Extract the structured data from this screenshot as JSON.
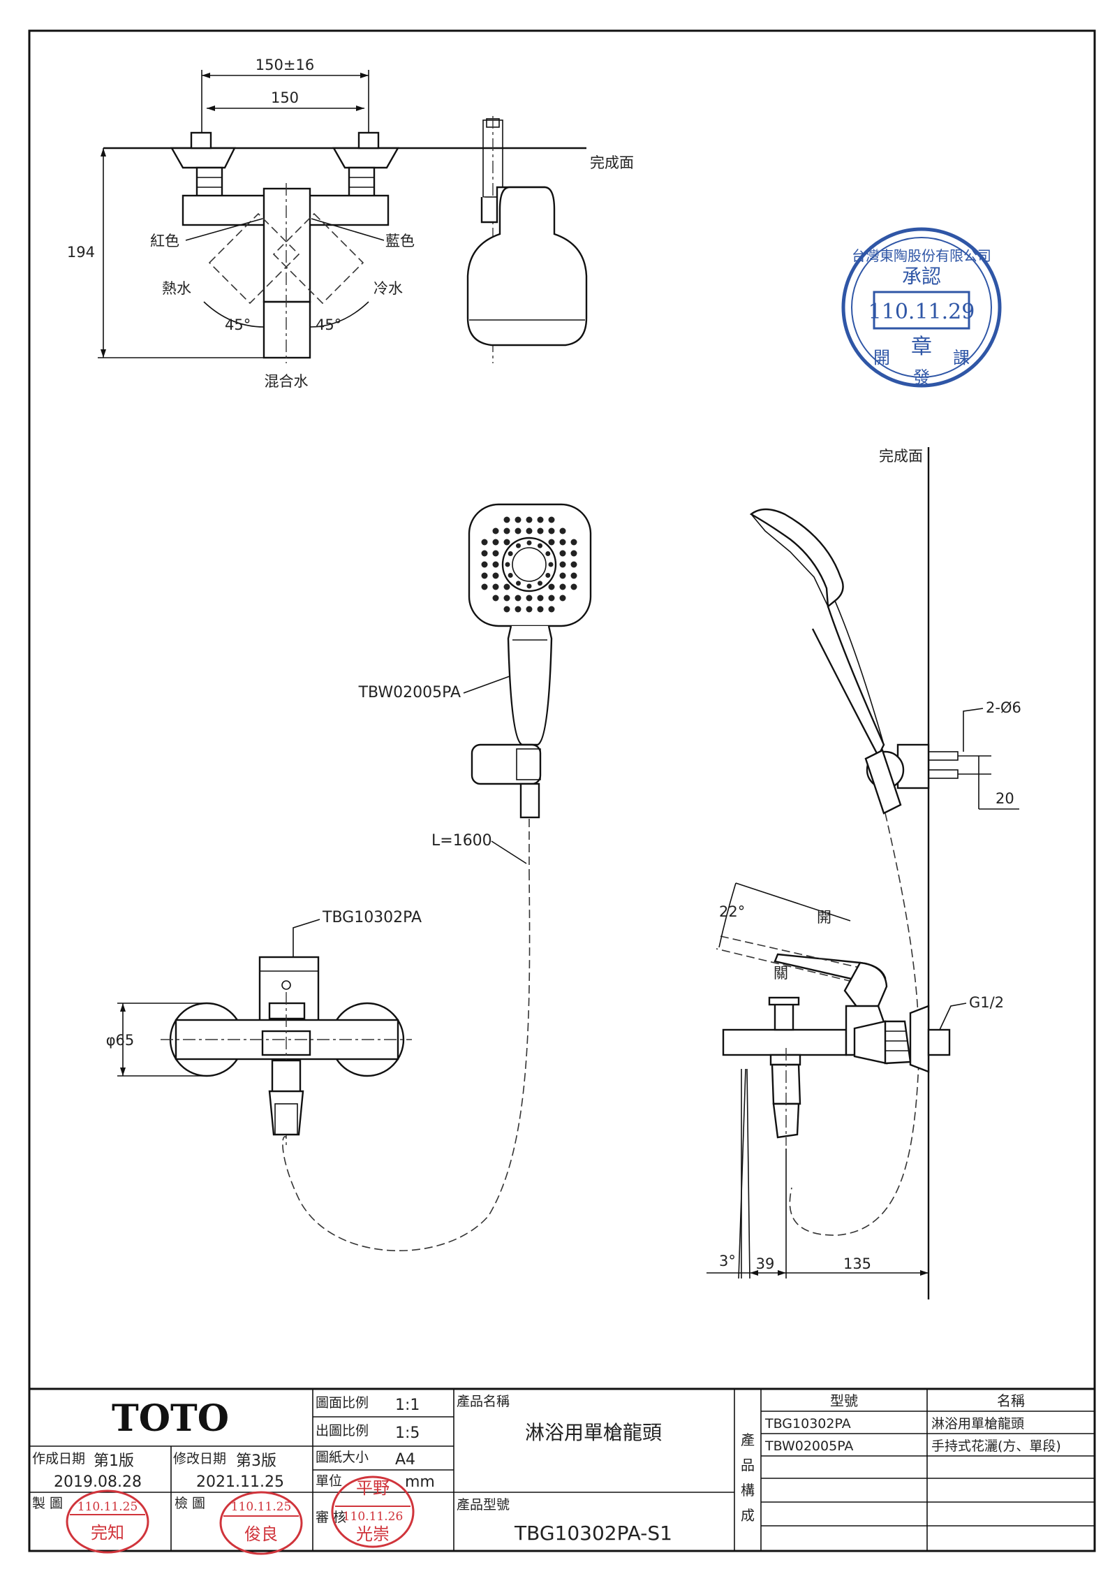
{
  "drawing": {
    "top_view": {
      "dim_outer": "150±16",
      "dim_inner": "150",
      "dim_height": "194",
      "finish_surface": "完成面",
      "red_label": "紅色",
      "blue_label": "藍色",
      "hot_label": "熱水",
      "cold_label": "冷水",
      "angle_left": "45°",
      "angle_right": "45°",
      "mix_label": "混合水"
    },
    "side_view": {
      "finish_surface": "完成面",
      "hole_dim": "2-Ø6",
      "hole_spacing": "20",
      "angle_open": "22°",
      "open_label": "開",
      "close_label": "關",
      "thread": "G1/2",
      "angle_tilt": "3°",
      "dim_a": "39",
      "dim_b": "135"
    },
    "front_view": {
      "shower_model": "TBW02005PA",
      "hose_length": "L=1600",
      "faucet_model": "TBG10302PA",
      "diameter": "φ65"
    }
  },
  "stamp": {
    "company": "台灣東陶股份有限公司",
    "title": "承認",
    "date": "110.11.29",
    "seal": "章",
    "dept_left": "開",
    "dept_mid": "發",
    "dept_right": "課",
    "color": "#2f56a6"
  },
  "title_block": {
    "brand": "TOTO",
    "drawing_scale_label": "圖面比例",
    "drawing_scale": "1:1",
    "output_scale_label": "出圖比例",
    "output_scale": "1:5",
    "paper_size_label": "圖紙大小",
    "paper_size": "A4",
    "unit_label": "單位",
    "unit": "mm",
    "review_label": "審 核",
    "created_label": "作成日期",
    "created_version": "第1版",
    "created_date": "2019.08.28",
    "modified_label": "修改日期",
    "modified_version": "第3版",
    "modified_date": "2021.11.25",
    "drawn_label": "製 圖",
    "checked_label": "檢 圖",
    "product_name_label": "產品名稱",
    "product_name": "淋浴用單槍龍頭",
    "product_model_label": "產品型號",
    "product_model": "TBG10302PA-S1",
    "composition_label": [
      "產",
      "品",
      "構",
      "成"
    ],
    "table_headers": [
      "型號",
      "名稱"
    ],
    "table_rows": [
      {
        "model": "TBG10302PA",
        "name": "淋浴用單槍龍頭"
      },
      {
        "model": "TBW02005PA",
        "name": "手持式花灑(方、單段)"
      }
    ],
    "red_stamps": [
      {
        "date": "110.11.25",
        "name": "完知"
      },
      {
        "date": "110.11.25",
        "name": "俊良"
      },
      {
        "date": "110.11.26",
        "name": "光崇",
        "top": "平野"
      }
    ],
    "stamp_color": "#d0343b"
  }
}
